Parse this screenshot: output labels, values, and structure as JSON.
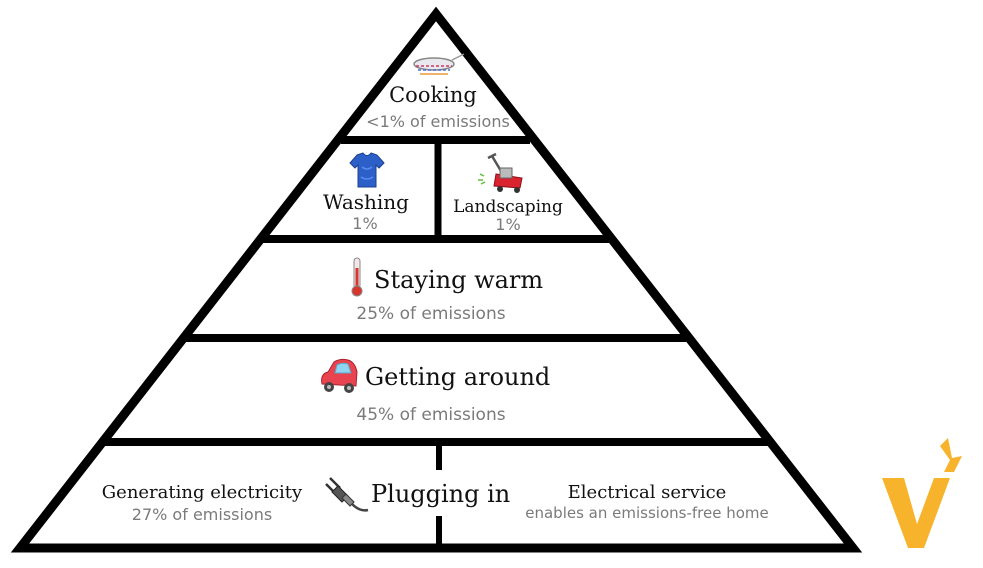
{
  "pyramid": {
    "cooking": {
      "title": "Cooking",
      "sub": "<1% of emissions",
      "icon": "frying-pan-icon"
    },
    "washing": {
      "title": "Washing",
      "sub": "1%",
      "icon": "shirt-icon"
    },
    "landscaping": {
      "title": "Landscaping",
      "sub": "1%",
      "icon": "lawn-mower-icon"
    },
    "staying_warm": {
      "title": "Staying warm",
      "sub": "25% of emissions",
      "icon": "thermometer-icon"
    },
    "getting_around": {
      "title": "Getting around",
      "sub": "45% of emissions",
      "icon": "car-icon"
    },
    "plugging_in": {
      "title": "Plugging in",
      "icon": "electric-plug-icon",
      "left": {
        "title": "Generating electricity",
        "sub": "27% of emissions"
      },
      "right": {
        "title": "Electrical service",
        "sub": "enables an emissions-free home"
      }
    }
  },
  "logo": {
    "icon": "v-logo-icon"
  },
  "colors": {
    "outline": "#000000",
    "title_text": "#111111",
    "sub_text": "#7a7a7a",
    "logo": "#f7b32b",
    "car": "#e8434f",
    "shirt": "#2c5fc7",
    "mower": "#d9232e",
    "thermometer": "#d6362c"
  }
}
